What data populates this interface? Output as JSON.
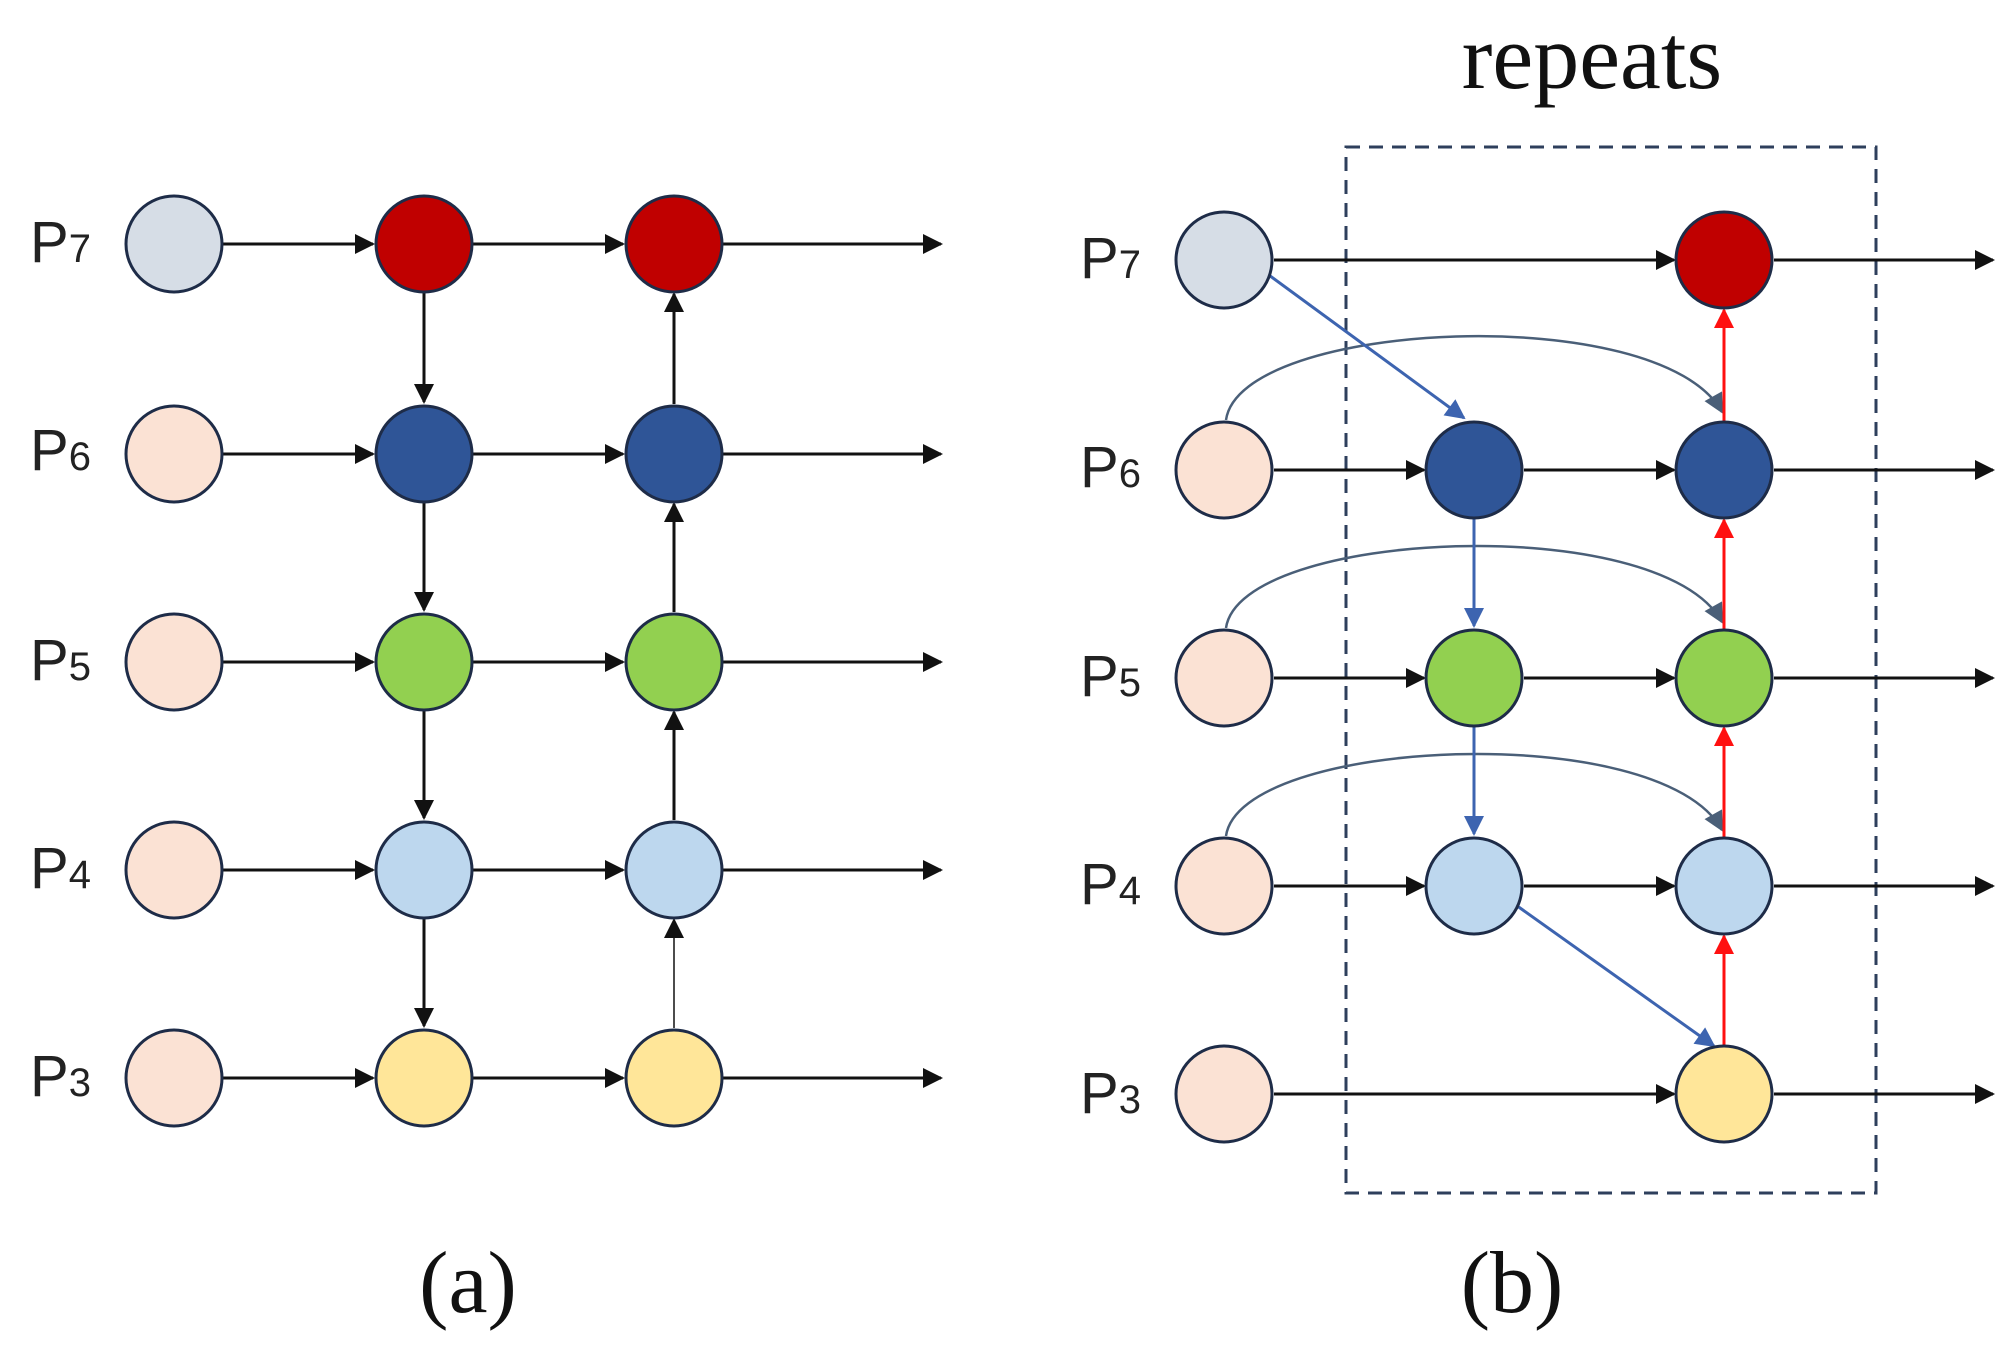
{
  "diagram": {
    "title": "repeats",
    "panels": [
      {
        "caption": "(a)",
        "levels": [
          {
            "prefix": "P",
            "index": "7"
          },
          {
            "prefix": "P",
            "index": "6"
          },
          {
            "prefix": "P",
            "index": "5"
          },
          {
            "prefix": "P",
            "index": "4"
          },
          {
            "prefix": "P",
            "index": "3"
          }
        ]
      },
      {
        "caption": "(b)",
        "levels": [
          {
            "prefix": "P",
            "index": "7"
          },
          {
            "prefix": "P",
            "index": "6"
          },
          {
            "prefix": "P",
            "index": "5"
          },
          {
            "prefix": "P",
            "index": "4"
          },
          {
            "prefix": "P",
            "index": "3"
          }
        ]
      }
    ],
    "colors": {
      "input_p7": "#d6dde6",
      "input_other": "#fbe2d4",
      "p7": "#c00000",
      "p6": "#2f5597",
      "p5": "#92d050",
      "p4": "#bdd7ee",
      "p3": "#ffe699",
      "arrow_black": "#111111",
      "arrow_blue": "#3d64b0",
      "arrow_red": "#ff1010",
      "arc_gray": "#4a5f78",
      "box_dash": "#2e3f5c",
      "node_stroke": "#1e2c48"
    }
  }
}
